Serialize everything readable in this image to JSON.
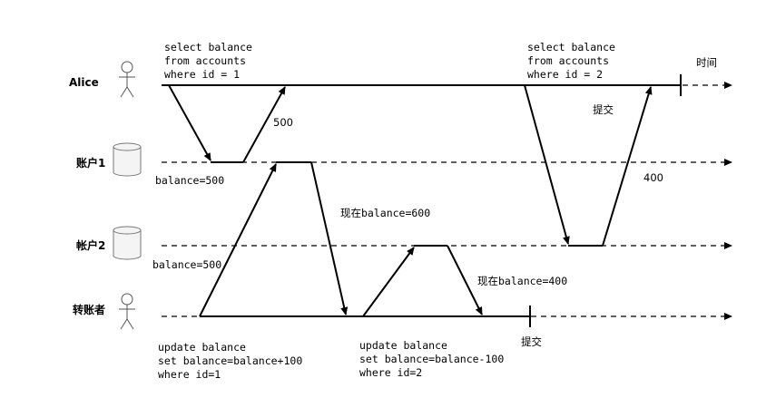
{
  "lanes": {
    "alice": "Alice",
    "account1": "账户1",
    "account2": "帐户2",
    "transferer": "转账者"
  },
  "time_label": "时间",
  "alice_queries": {
    "q1": [
      "select balance",
      "from accounts",
      "where id = 1"
    ],
    "q2": [
      "select balance",
      "from accounts",
      "where id = 2"
    ]
  },
  "transfer_updates": {
    "u1": [
      "update balance",
      "set balance=balance+100",
      "where id=1"
    ],
    "u2": [
      "update balance",
      "set balance=balance-100",
      "where id=2"
    ]
  },
  "labels": {
    "read_500": "500",
    "read_400": "400",
    "commit_alice": "提交",
    "commit_transfer": "提交",
    "acct1_balance": "balance=500",
    "acct2_balance": "balance=500",
    "now_600": "现在balance=600",
    "now_400": "现在balance=400"
  }
}
